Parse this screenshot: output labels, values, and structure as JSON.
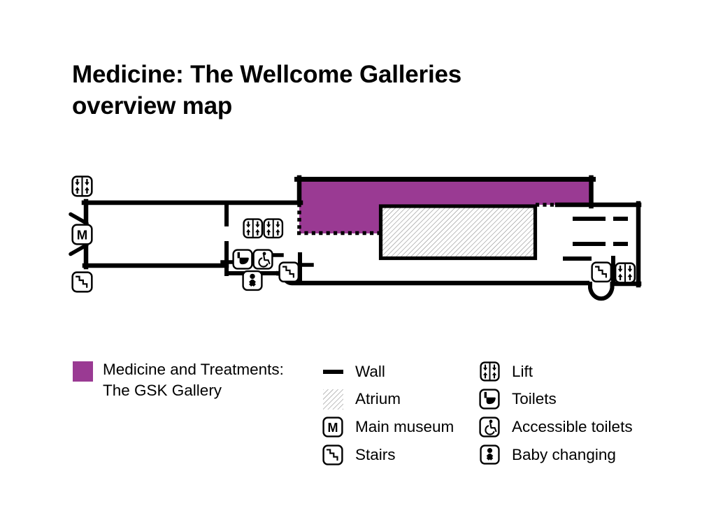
{
  "title": {
    "line1": "Medicine: The Wellcome Galleries",
    "line2": "overview map"
  },
  "glyphs": {
    "main_museum_letter": "M"
  },
  "colors": {
    "gallery": "#9a3a93",
    "wall": "#000000",
    "hatch_line": "#8a8a8a"
  },
  "map": {
    "name": "Medicine: The Wellcome Galleries overview map",
    "regions": [
      {
        "id": "gsk-gallery",
        "label": "Medicine and Treatments: The GSK Gallery",
        "fill": "#9a3a93",
        "boundary": "partly dotted (open) edges"
      },
      {
        "id": "atrium",
        "label": "Atrium",
        "fill": "diagonal-hatch"
      }
    ],
    "icons": [
      {
        "name": "lift-icon",
        "location": "top-left"
      },
      {
        "name": "main-museum-icon",
        "location": "left-entrance"
      },
      {
        "name": "stairs-icon",
        "location": "bottom-left"
      },
      {
        "name": "lift-icon",
        "location": "central-lobby-left"
      },
      {
        "name": "lift-icon",
        "location": "central-lobby-right"
      },
      {
        "name": "toilets-icon",
        "location": "central"
      },
      {
        "name": "accessible-toilets-icon",
        "location": "central"
      },
      {
        "name": "baby-changing-icon",
        "location": "central"
      },
      {
        "name": "stairs-icon",
        "location": "central"
      },
      {
        "name": "stairs-icon",
        "location": "bottom-right"
      },
      {
        "name": "lift-icon",
        "location": "bottom-right"
      }
    ]
  },
  "legend": {
    "gallery": {
      "line1": "Medicine and Treatments:",
      "line2": "The GSK Gallery",
      "swatch_color": "#9a3a93"
    },
    "column2": [
      {
        "icon": "wall-line",
        "label": "Wall"
      },
      {
        "icon": "atrium-hatch",
        "label": "Atrium"
      },
      {
        "icon": "main-museum",
        "label": "Main museum"
      },
      {
        "icon": "stairs",
        "label": "Stairs"
      }
    ],
    "column3": [
      {
        "icon": "lift",
        "label": "Lift"
      },
      {
        "icon": "toilets",
        "label": "Toilets"
      },
      {
        "icon": "accessible-toilets",
        "label": "Accessible toilets"
      },
      {
        "icon": "baby-changing",
        "label": "Baby changing"
      }
    ]
  }
}
